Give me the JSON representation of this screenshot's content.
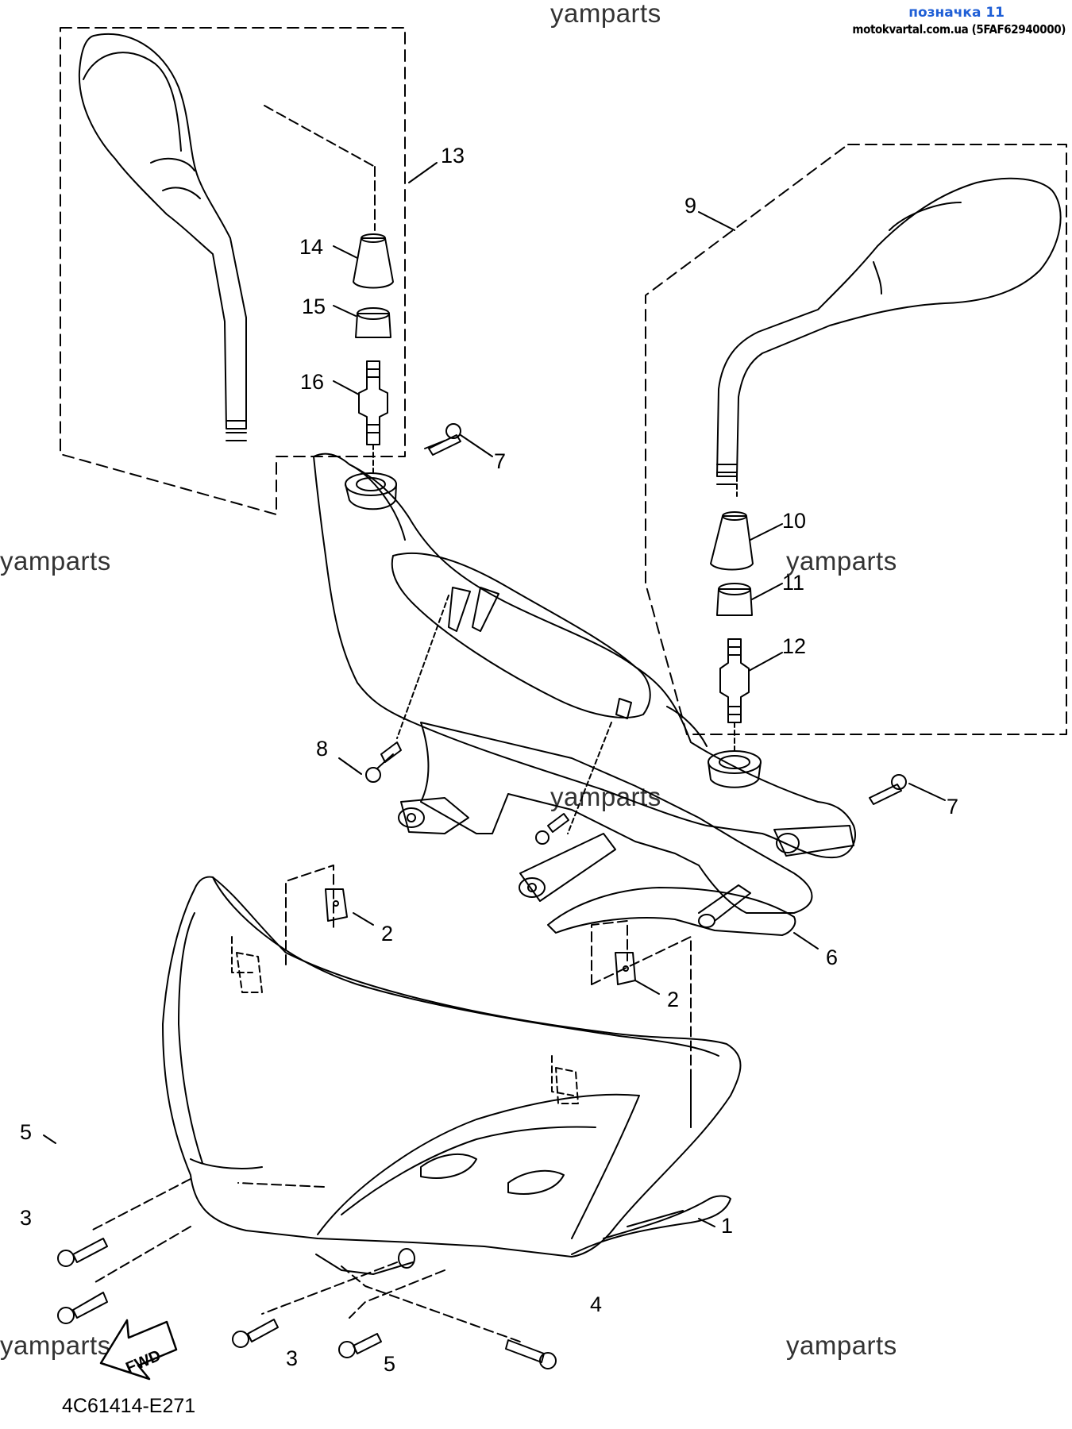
{
  "header": {
    "title": "позначка 11",
    "source": "motokvartal.com.ua (5FAF62940000)"
  },
  "watermark": "yamparts",
  "diagram_code": "4C61414-E271",
  "fwd_label": "FWD",
  "callouts": [
    "1",
    "2",
    "2",
    "3",
    "3",
    "4",
    "5",
    "5",
    "6",
    "7",
    "7",
    "8",
    "9",
    "10",
    "11",
    "12",
    "13",
    "14",
    "15",
    "16"
  ]
}
